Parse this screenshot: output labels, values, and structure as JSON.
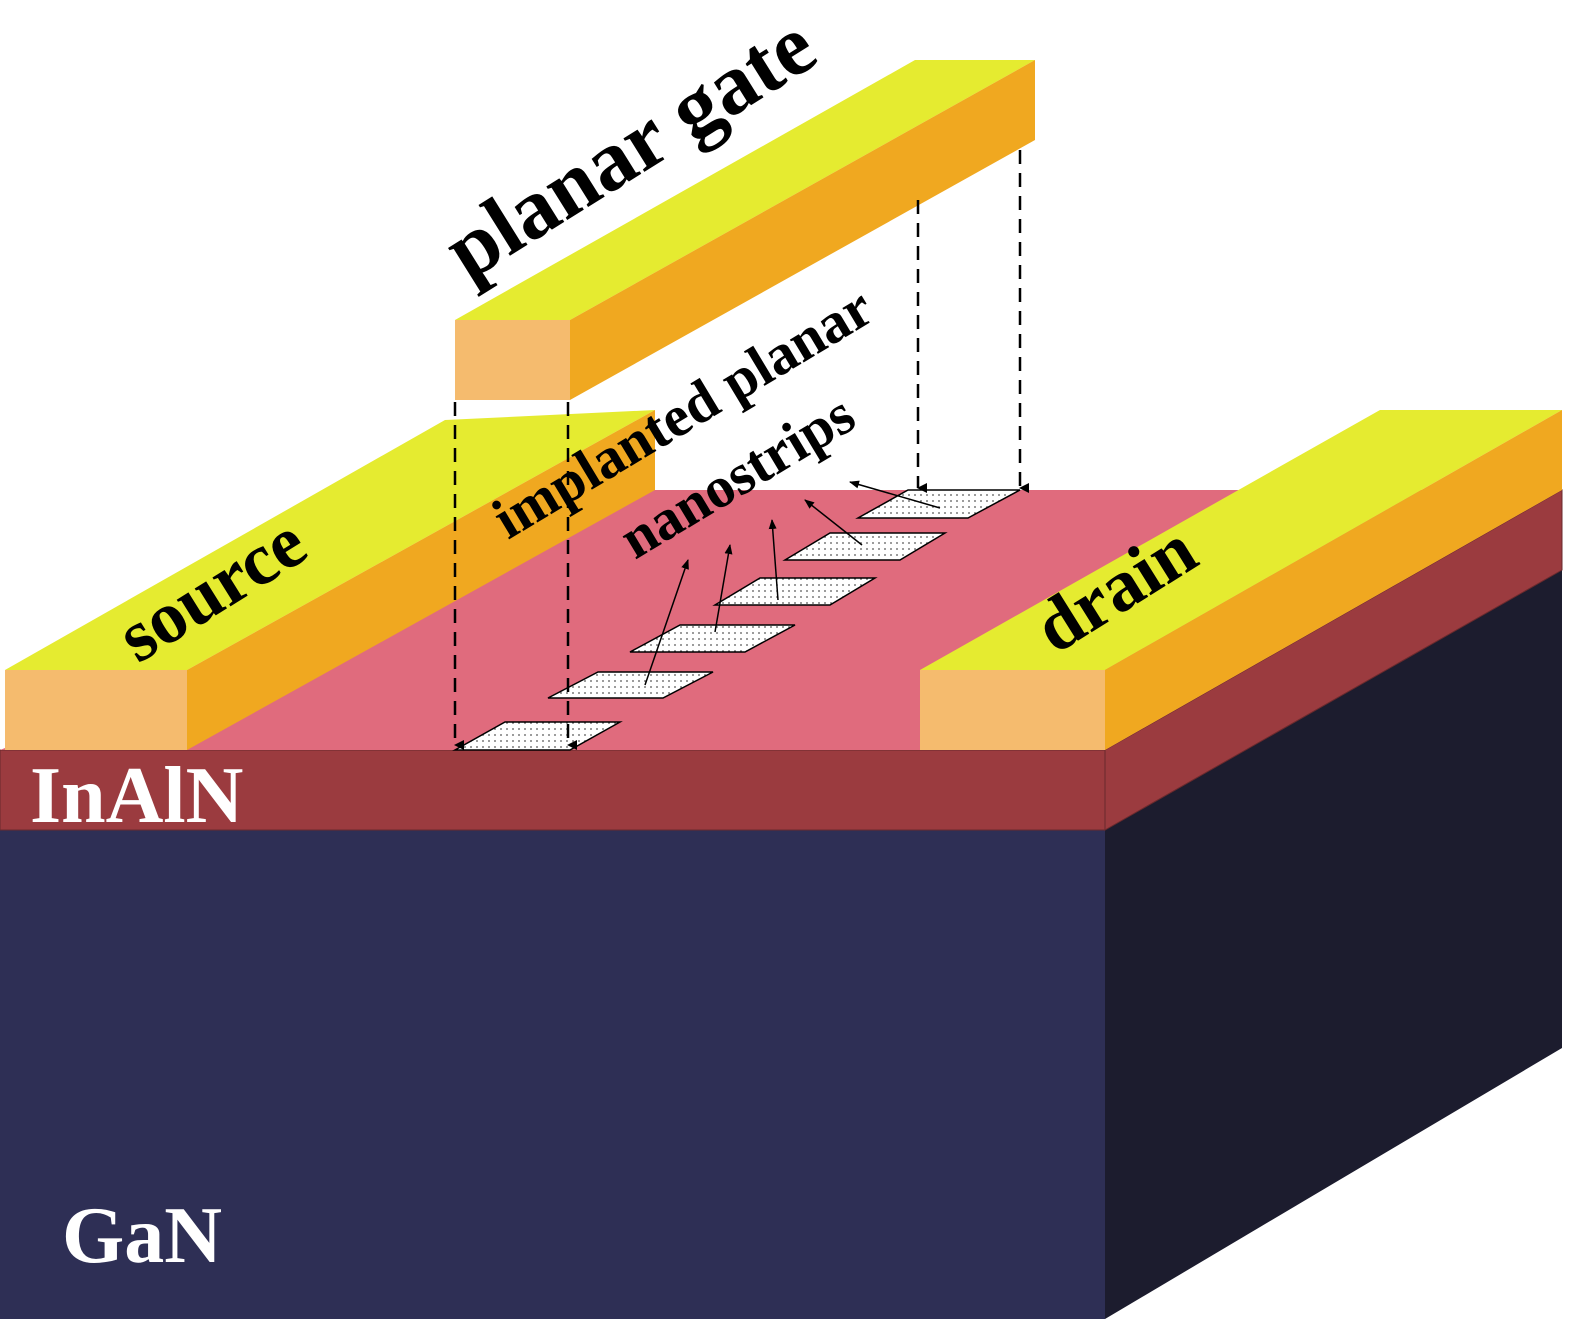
{
  "labels": {
    "planar_gate": "planar gate",
    "implanted": "implanted planar",
    "nanostrips": "nanostrips",
    "source": "source",
    "drain": "drain",
    "inaln": "InAlN",
    "gan": "GaN"
  },
  "colors": {
    "gan_front": "#2e2f55",
    "gan_side": "#1c1c2e",
    "inaln_front": "#9b3b3f",
    "inaln_top": "#e06b7d",
    "metal_top": "#e5eb30",
    "metal_side": "#f0a820",
    "metal_front": "#f5bb6e"
  }
}
